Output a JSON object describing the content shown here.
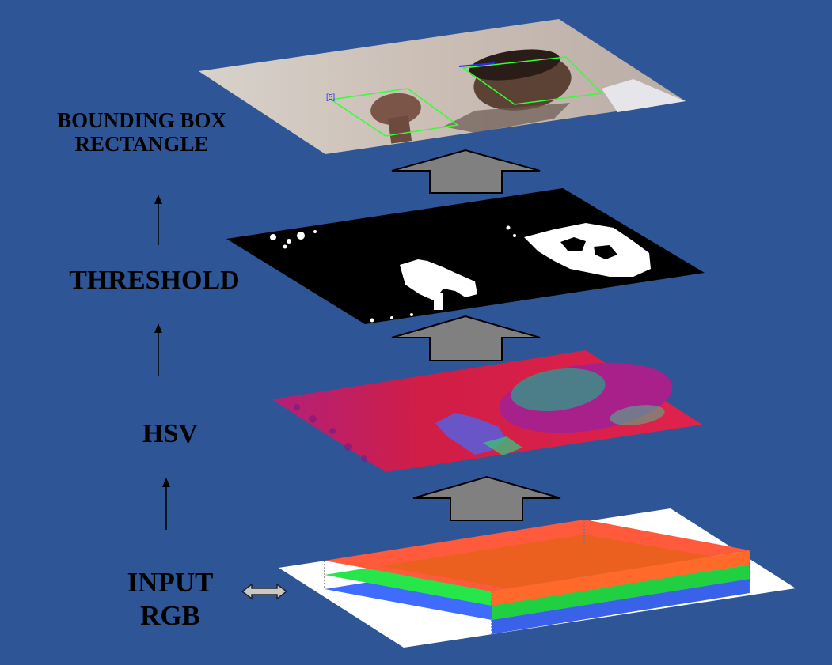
{
  "labels": {
    "bounding_box_line1": "BOUNDING BOX",
    "bounding_box_line2": "RECTANGLE",
    "threshold": "THRESHOLD",
    "hsv": "HSV",
    "input_line1": "INPUT",
    "input_line2": "RGB"
  },
  "layers": [
    {
      "id": "bounding-box",
      "description_color": "#cfc7be"
    },
    {
      "id": "threshold",
      "description_color": "#000000"
    },
    {
      "id": "hsv",
      "description_color": "#d61a4a"
    },
    {
      "id": "rgb-input",
      "description_color": "#ffffff"
    }
  ],
  "overlay": {
    "hand_box_tag": "[5]"
  },
  "colors": {
    "background": "#2e5596",
    "arrow_fill": "#808080",
    "bbox_green": "#33ff33",
    "channel_red": "#ff5a3c",
    "channel_green": "#27e64a",
    "channel_blue": "#3f6cff"
  }
}
